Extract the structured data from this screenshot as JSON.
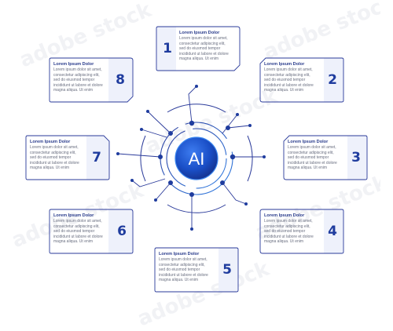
{
  "center": {
    "label": "AI",
    "color": "#1a4fc7"
  },
  "accent": "#2a3a9a",
  "stock_id": "1479662215",
  "watermark": "adobe stock",
  "cards": [
    {
      "number": "1",
      "title": "Lorem Ipsum Dolor",
      "body": "Lorem ipsum dolor sit amet,\nconsectetur adipiscing elit,\nsed do eiusmod tempor\nincididunt ut labore et dolore\nmagna aliqua. Ut enim"
    },
    {
      "number": "2",
      "title": "Lorem Ipsum Dolor",
      "body": "Lorem ipsum dolor sit amet,\nconsectetur adipiscing elit,\nsed do eiusmod tempor\nincididunt ut labore et dolore\nmagna aliqua. Ut enim"
    },
    {
      "number": "3",
      "title": "Lorem Ipsum Dolor",
      "body": "Lorem ipsum dolor sit amet,\nconsectetur adipiscing elit,\nsed do eiusmod tempor\nincididunt ut labore et dolore\nmagna aliqua. Ut enim"
    },
    {
      "number": "4",
      "title": "Lorem Ipsum Dolor",
      "body": "Lorem ipsum dolor sit amet,\nconsectetur adipiscing elit,\nsed do eiusmod tempor\nincididunt ut labore et dolore\nmagna aliqua. Ut enim"
    },
    {
      "number": "5",
      "title": "Lorem Ipsum Dolor",
      "body": "Lorem ipsum dolor sit amet,\nconsectetur adipiscing elit,\nsed do eiusmod tempor\nincididunt ut labore et dolore\nmagna aliqua. Ut enim"
    },
    {
      "number": "6",
      "title": "Lorem Ipsum Dolor",
      "body": "Lorem ipsum dolor sit amet,\nconsectetur adipiscing elit,\nsed do eiusmod tempor\nincididunt ut labore et dolore\nmagna aliqua. Ut enim"
    },
    {
      "number": "7",
      "title": "Lorem Ipsum Dolor",
      "body": "Lorem ipsum dolor sit amet,\nconsectetur adipiscing elit,\nsed do eiusmod tempor\nincididunt ut labore et dolore\nmagna aliqua. Ut enim"
    },
    {
      "number": "8",
      "title": "Lorem Ipsum Dolor",
      "body": "Lorem ipsum dolor sit amet,\nconsectetur adipiscing elit,\nsed do eiusmod tempor\nincididunt ut labore et dolore\nmagna aliqua. Ut enim"
    }
  ]
}
